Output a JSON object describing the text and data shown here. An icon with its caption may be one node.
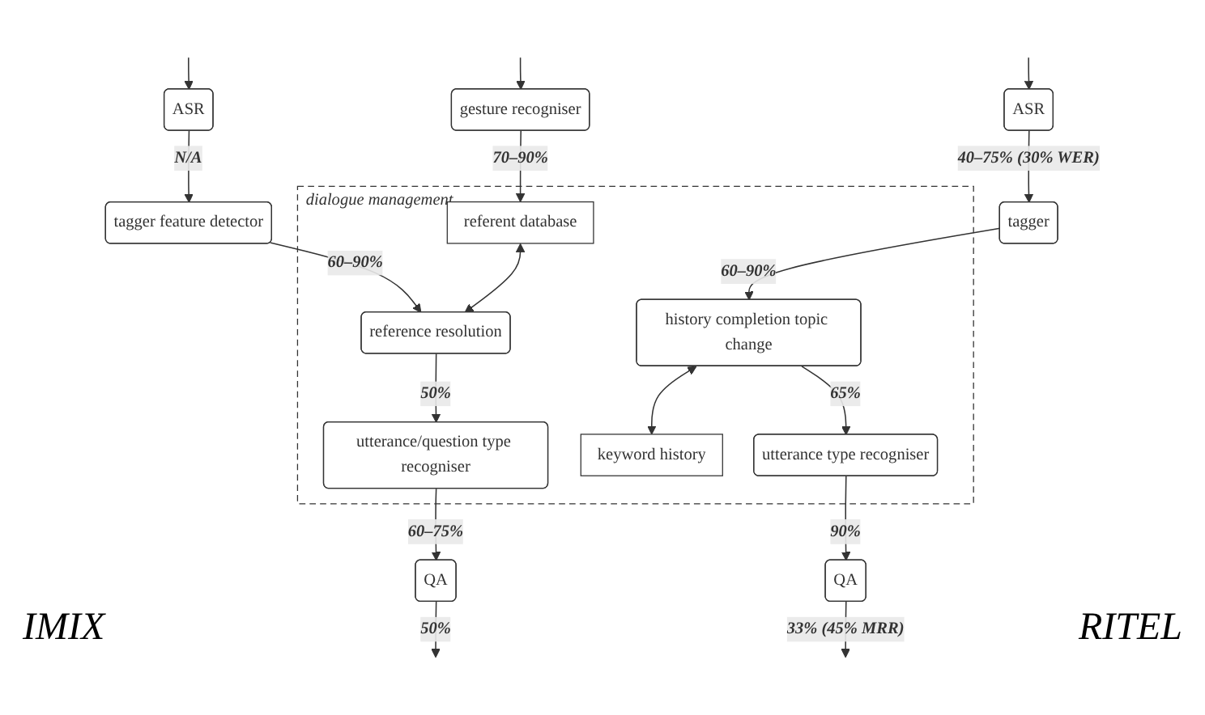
{
  "diagram": {
    "nodes": [
      {
        "text": [
          "gesture recogniser"
        ]
      },
      {
        "text": [
          "ASR"
        ]
      },
      {
        "text": [
          "ASR"
        ]
      },
      {
        "text": [
          "tagger feature detector"
        ]
      },
      {
        "text": [
          "tagger"
        ]
      },
      {
        "text": [
          "dialogue management"
        ]
      },
      {
        "text": [
          "referent database"
        ],
        "in": 5
      },
      {
        "text": [
          "reference resolution"
        ],
        "in": 5
      },
      {
        "text": [
          "history completion topic change"
        ],
        "in": 5
      },
      {
        "text": [
          "keyword history"
        ],
        "in": 5
      },
      {
        "text": [
          "utterance/question type recogniser"
        ],
        "in": 5
      },
      {
        "text": [
          "utterance type recogniser"
        ],
        "in": 5
      },
      {
        "text": [
          "QA"
        ]
      },
      {
        "text": [
          "QA"
        ]
      }
    ],
    "edges": [
      {
        "from": null,
        "to": 0,
        "arrow": "to"
      },
      {
        "from": null,
        "to": 1,
        "arrow": "to"
      },
      {
        "from": null,
        "to": 2,
        "arrow": "to"
      },
      {
        "from": 0,
        "to": 6,
        "arrow": "to",
        "label": "70–90%"
      },
      {
        "from": 1,
        "to": 3,
        "arrow": "to",
        "label": "N/A"
      },
      {
        "from": 2,
        "to": 4,
        "arrow": "to",
        "label": "40–75% (30% WER)"
      },
      {
        "from": 3,
        "to": 7,
        "arrow": "to",
        "label": "60–90%"
      },
      {
        "from": 4,
        "to": 8,
        "arrow": "to",
        "label": "60–90%"
      },
      {
        "from": 6,
        "to": 7,
        "arrow": "both"
      },
      {
        "from": 8,
        "to": 9,
        "arrow": "both"
      },
      {
        "from": 7,
        "to": 10,
        "arrow": "to",
        "label": "50%"
      },
      {
        "from": 8,
        "to": 11,
        "arrow": "to",
        "label": "65%"
      },
      {
        "from": 10,
        "to": 12,
        "arrow": "to",
        "label": "60–75%"
      },
      {
        "from": 11,
        "to": 13,
        "arrow": "to",
        "label": "90%"
      },
      {
        "from": 12,
        "to": null,
        "arrow": "to",
        "label": "50%"
      },
      {
        "from": 13,
        "to": null,
        "arrow": "to",
        "label": "33% (45% MRR)"
      }
    ],
    "labels": [
      "IMIX",
      "RITEL"
    ]
  }
}
